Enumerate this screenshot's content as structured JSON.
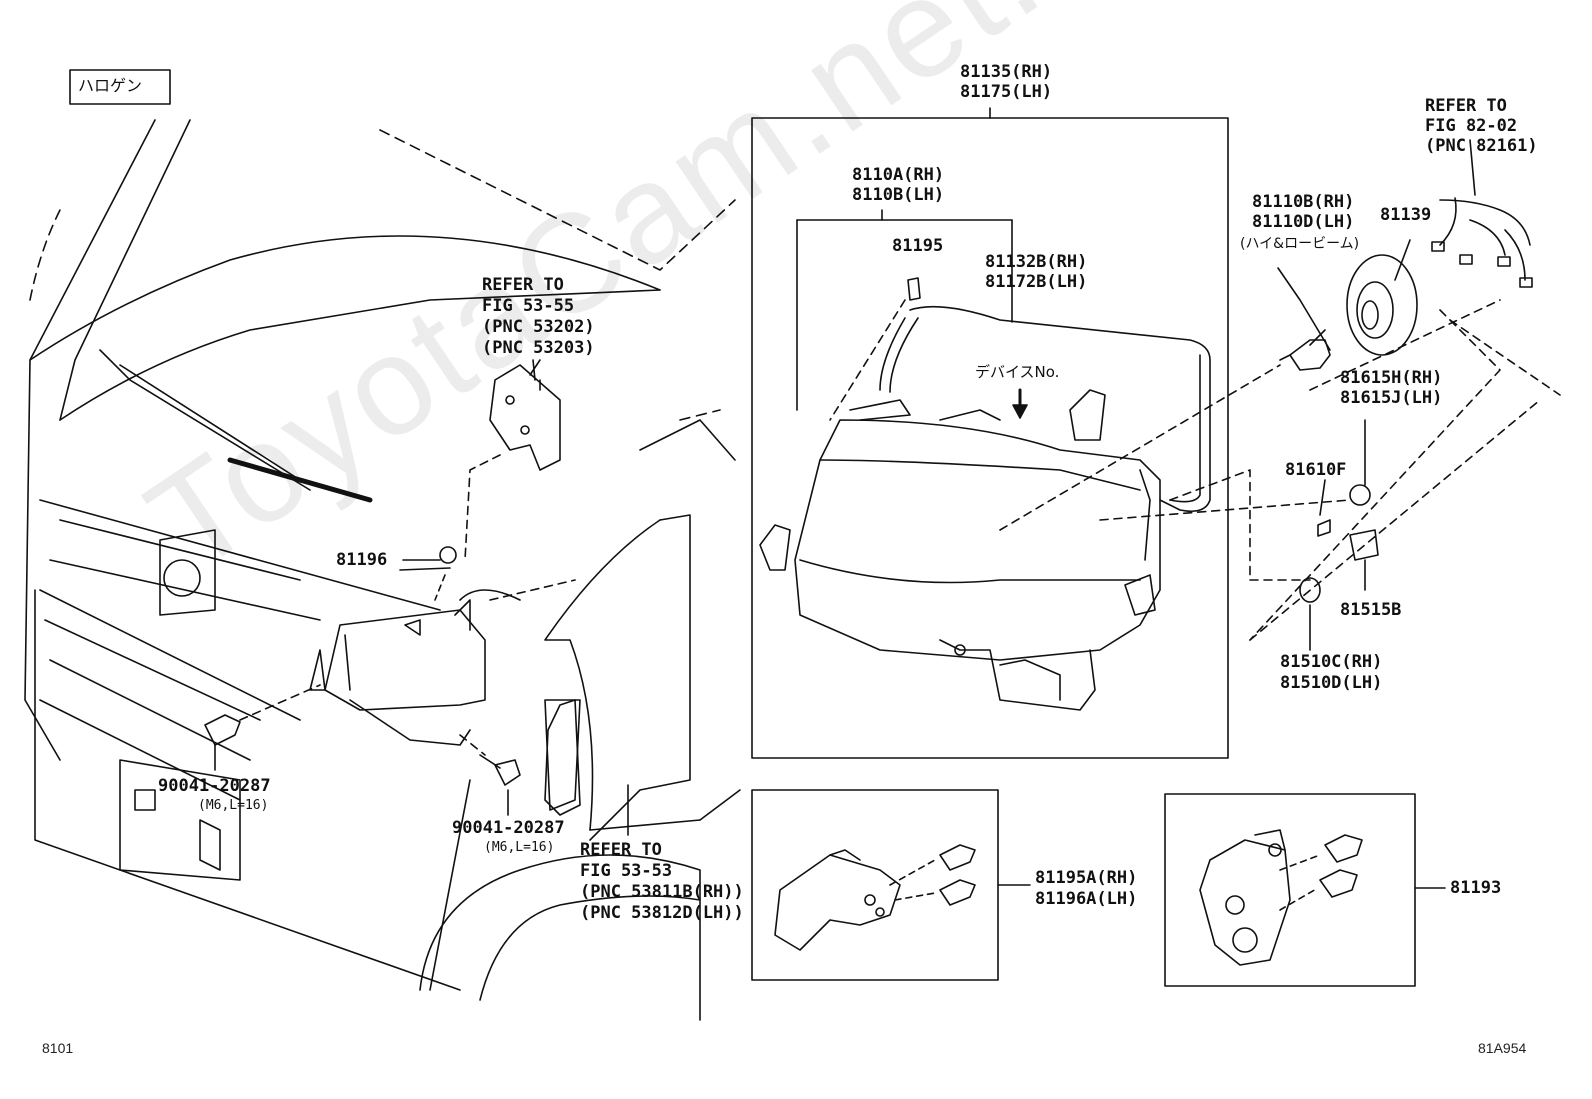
{
  "halogen_tag": "ハロゲン",
  "watermark": "ToyotaCam.net.ru",
  "labels": {
    "assy_top": "81135(RH)",
    "assy_bot": "81175(LH)",
    "lens_top": "8110A(RH)",
    "lens_bot": "8110B(LH)",
    "p81195": "81195",
    "gasket_top": "81132B(RH)",
    "gasket_bot": "81172B(LH)",
    "device_no": "デバイスNo.",
    "ref82_1": "REFER TO",
    "ref82_2": "FIG 82-02",
    "ref82_3": "(PNC 82161)",
    "bulb_top": "81110B(RH)",
    "bulb_bot": "81110D(LH)",
    "bulb_note": "(ハイ&ロービーム)",
    "p81139": "81139",
    "socket_top": "81615H(RH)",
    "socket_bot": "81615J(LH)",
    "p81610F": "81610F",
    "p81515B": "81515B",
    "bulb2_top": "81510C(RH)",
    "bulb2_bot": "81510D(LH)",
    "ref53_55_1": "REFER TO",
    "ref53_55_2": "FIG 53-55",
    "ref53_55_3": "(PNC 53202)",
    "ref53_55_4": "(PNC 53203)",
    "p81196": "81196",
    "bolt1_num": "90041-20287",
    "bolt1_spec": "(M6,L=16)",
    "bolt2_num": "90041-20287",
    "bolt2_spec": "(M6,L=16)",
    "ref53_53_1": "REFER TO",
    "ref53_53_2": "FIG 53-53",
    "ref53_53_3": "(PNC 53811B(RH))",
    "ref53_53_4": "(PNC 53812D(LH))",
    "bracket_top": "81195A(RH)",
    "bracket_bot": "81196A(LH)",
    "p81193": "81193"
  },
  "footer": {
    "left": "8101",
    "right": "81A954"
  }
}
